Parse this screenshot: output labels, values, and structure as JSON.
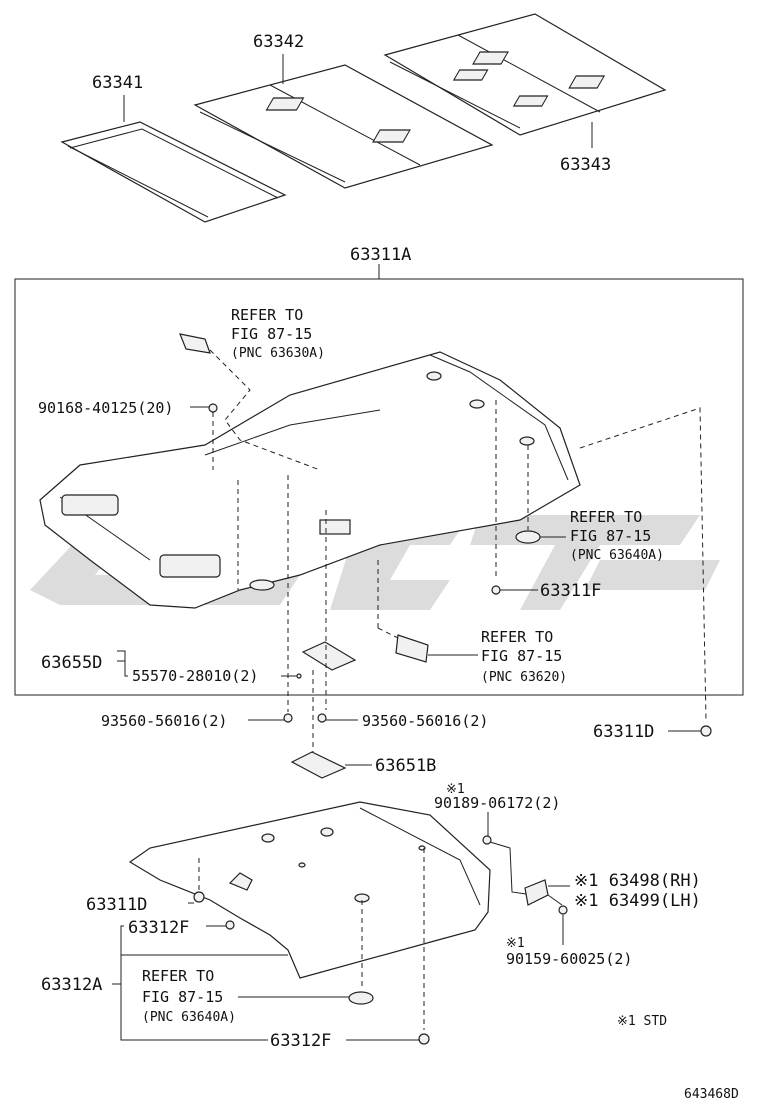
{
  "diagram_id": "643468D",
  "footnote": "※1 STD",
  "parts": {
    "p63341": "63341",
    "p63342": "63342",
    "p63343": "63343",
    "p63311A": "63311A",
    "p63311F": "63311F",
    "p63311D_a": "63311D",
    "p63311D_b": "63311D",
    "p63655D": "63655D",
    "p63651B": "63651B",
    "p63312A": "63312A",
    "p63312F_a": "63312F",
    "p63312F_b": "63312F",
    "p63498": "※1 63498(RH)",
    "p63499": "※1 63499(LH)",
    "b90168": "90168-40125(20)",
    "b55570": "55570-28010(2)",
    "b93560_a": "93560-56016(2)",
    "b93560_b": "93560-56016(2)",
    "b90189_mark": "※1",
    "b90189": "90189-06172(2)",
    "b90159_mark": "※1",
    "b90159": "90159-60025(2)"
  },
  "refs": [
    {
      "l1": "REFER TO",
      "l2": "FIG 87-15",
      "l3": "(PNC 63630A)"
    },
    {
      "l1": "REFER TO",
      "l2": "FIG 87-15",
      "l3": "(PNC 63640A)"
    },
    {
      "l1": "REFER TO",
      "l2": "FIG 87-15",
      "l3": "(PNC 63620)"
    },
    {
      "l1": "REFER TO",
      "l2": "FIG 87-15",
      "l3": "(PNC 63640A)"
    }
  ]
}
